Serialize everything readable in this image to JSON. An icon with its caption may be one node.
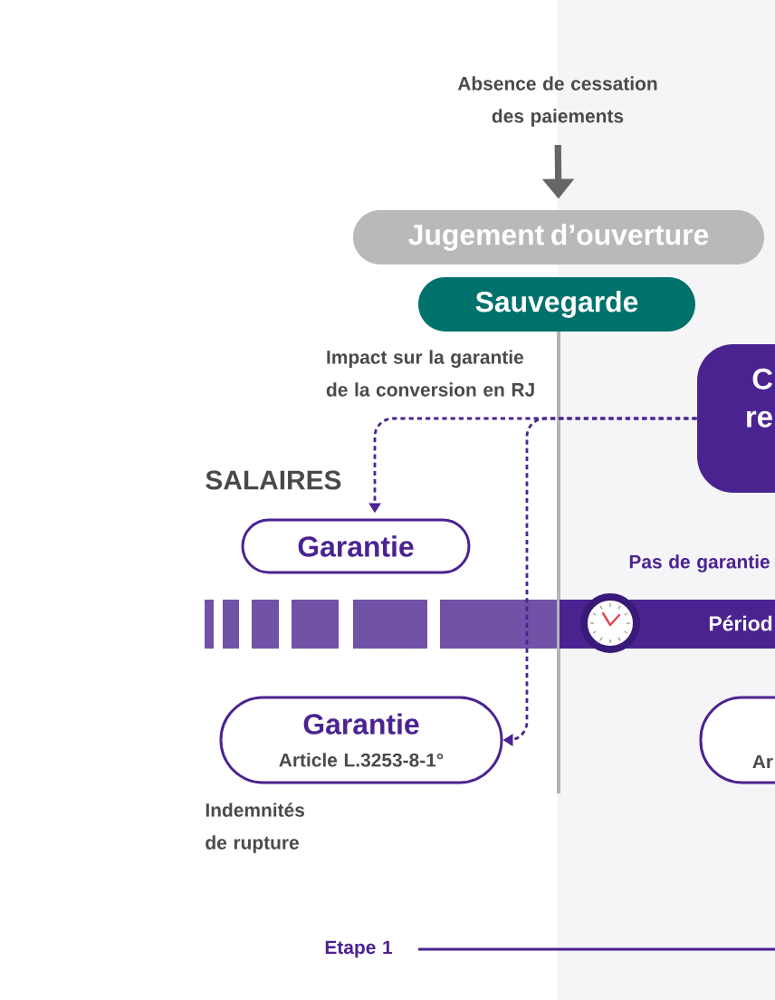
{
  "diagram": {
    "nodes": [
      {
        "text": [
          "Absence de cessation des paiements"
        ]
      },
      {
        "text": [
          "Jugement d’ouverture"
        ]
      },
      {
        "text": [
          "Sauvegarde"
        ]
      },
      {
        "text": [
          "C re"
        ]
      },
      {
        "text": [
          "Garantie"
        ]
      },
      {
        "text": [
          "Périod"
        ]
      },
      {
        "text": [
          "Garantie",
          "Article L.3253-8-1°"
        ]
      },
      {
        "text": [
          "Ar"
        ]
      }
    ],
    "edges": [
      {
        "from": 0,
        "to": 1,
        "arrow": "to",
        "style": "thick",
        "color": "#666666"
      },
      {
        "from": 3,
        "to": 4,
        "arrow": "to",
        "style": "dashed"
      },
      {
        "from": 3,
        "to": 6,
        "arrow": "to",
        "style": "dashed"
      }
    ],
    "labels": [
      "Impact sur la garantie de la conversion en RJ",
      "SALAIRES",
      "Pas de garantie",
      "Indemnités de rupture",
      "Etape 1"
    ]
  }
}
